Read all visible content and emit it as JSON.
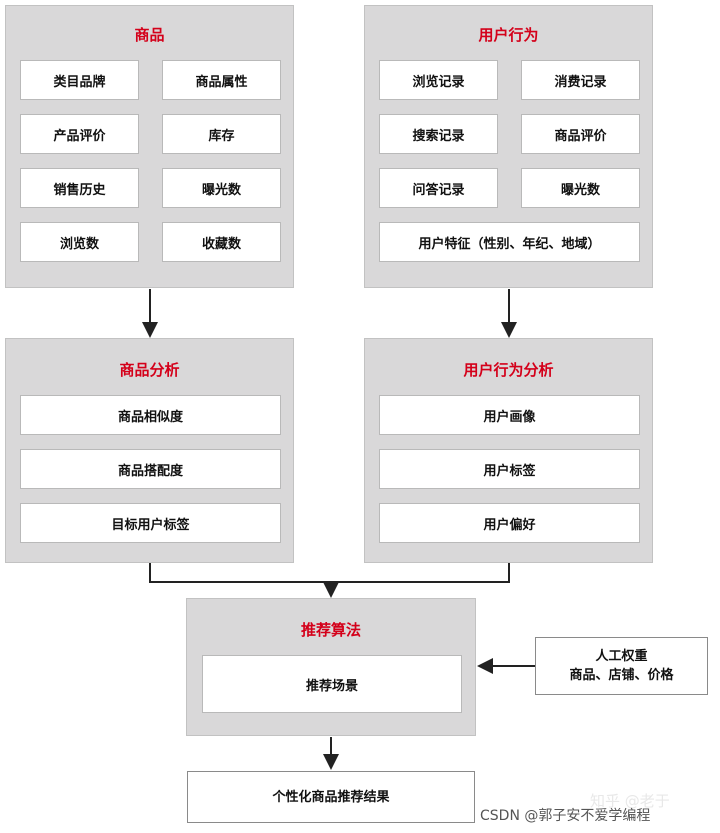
{
  "product": {
    "title": "商品",
    "items": [
      "类目品牌",
      "商品属性",
      "产品评价",
      "库存",
      "销售历史",
      "曝光数",
      "浏览数",
      "收藏数"
    ]
  },
  "user_behavior": {
    "title": "用户行为",
    "items": [
      "浏览记录",
      "消费记录",
      "搜索记录",
      "商品评价",
      "问答记录",
      "曝光数"
    ],
    "wide_item": "用户特征（性别、年纪、地域）"
  },
  "product_analysis": {
    "title": "商品分析",
    "items": [
      "商品相似度",
      "商品搭配度",
      "目标用户标签"
    ]
  },
  "user_analysis": {
    "title": "用户行为分析",
    "items": [
      "用户画像",
      "用户标签",
      "用户偏好"
    ]
  },
  "algorithm": {
    "title": "推荐算法",
    "item": "推荐场景"
  },
  "weights": {
    "line1": "人工权重",
    "line2": "商品、店铺、价格"
  },
  "result": {
    "label": "个性化商品推荐结果"
  },
  "watermark": {
    "zhihu": "知乎 @老于",
    "csdn": "CSDN @郭子安不爱学编程"
  }
}
